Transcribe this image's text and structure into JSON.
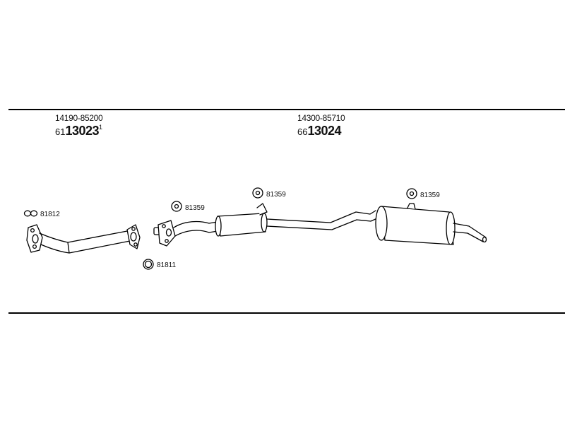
{
  "headers": {
    "left": {
      "oem": "14190-85200",
      "prefix": "61",
      "number": "13023",
      "superscript": "1"
    },
    "right": {
      "oem": "14300-85710",
      "prefix": "66",
      "number": "13024"
    }
  },
  "labels": {
    "gasket_front": "81812",
    "gasket_ring": "81811",
    "mount_pipe": "81359",
    "mount_middle": "81359",
    "mount_rear": "81359"
  },
  "colors": {
    "ink": "#000000",
    "fill": "#ffffff"
  }
}
